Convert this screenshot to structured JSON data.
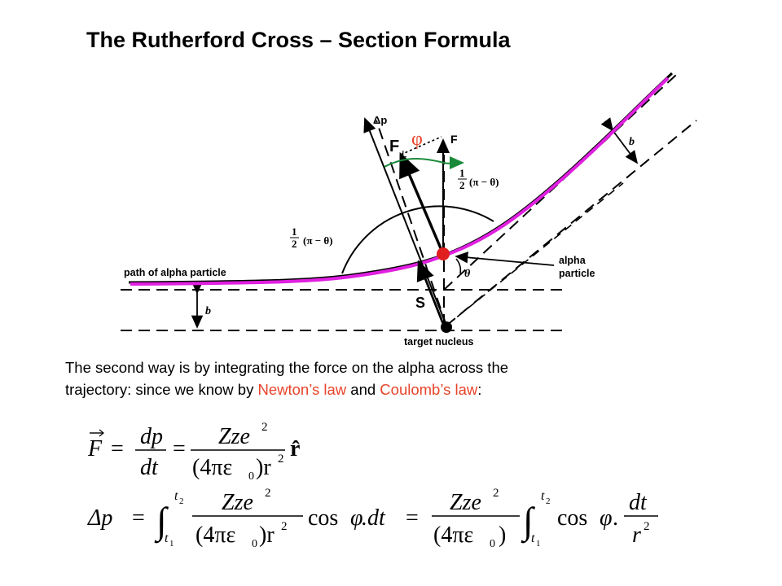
{
  "title": "The Rutherford Cross – Section Formula",
  "diagram": {
    "label_delta_p": "Δp",
    "label_F_perp": "F",
    "label_F_perp_sub": "⊥",
    "label_F": "F",
    "label_phi": "φ",
    "label_half": "1",
    "label_half_den": "2",
    "label_pi_minus_theta": "(π − θ)",
    "label_path": "path of alpha particle",
    "label_alpha_1": "alpha",
    "label_alpha_2": "particle",
    "label_theta": "θ",
    "label_b": "b",
    "label_S": "S",
    "label_target": "target nucleus"
  },
  "paragraph": {
    "line1": "The second way is by integrating the force on the alpha across the",
    "line2_pre": "trajectory: since we know by ",
    "newton": "Newton’s law",
    "line2_mid": " and ",
    "coulomb": "Coulomb’s law",
    "line2_post": ":"
  },
  "colors": {
    "accent": "#e8442a",
    "trajectory": "#e020e0",
    "dot": "#e02020",
    "arrow_green": "#1a8a3a"
  },
  "equations": {
    "eq1": {
      "lhs": "F",
      "num1": "dp",
      "den1": "dt",
      "num2": "Zze",
      "exp2": "2",
      "den2_a": "(4πε",
      "den2_sub": "0",
      "den2_b": ")r",
      "den2_exp": "2",
      "rhat": "r̂"
    },
    "eq2": {
      "lhs": "Δp",
      "int_upper": "t",
      "int_upper_sub": "2",
      "int_lower": "t",
      "int_lower_sub": "1",
      "cos": "cos",
      "phi": "φ",
      "dt": ".dt",
      "dt2": "dt",
      "r2": "r",
      "r2_exp": "2"
    }
  }
}
